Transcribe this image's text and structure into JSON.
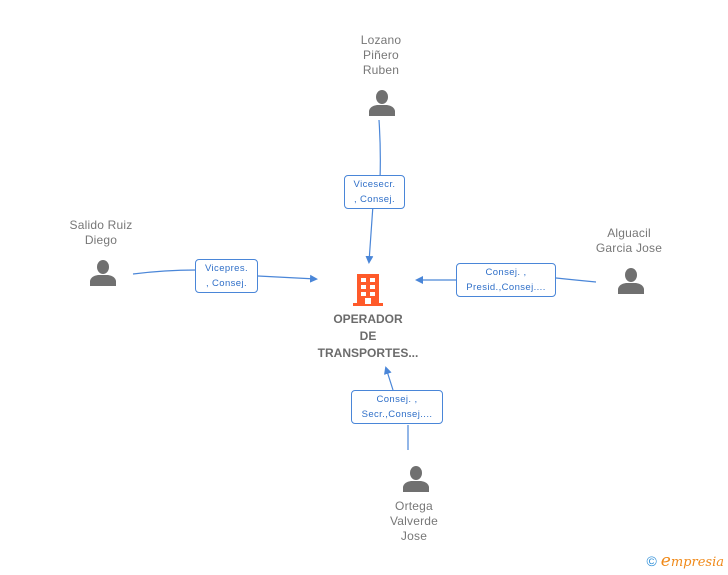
{
  "company": {
    "name_lines": [
      "OPERADOR",
      "DE",
      "TRANSPORTES..."
    ],
    "icon": "building-icon",
    "color": "#ff5a2a"
  },
  "persons": [
    {
      "id": "lozano",
      "name_lines": [
        "Lozano",
        "Piñero",
        "Ruben"
      ],
      "role_lines": [
        "Vicesecr.",
        ", Consej."
      ],
      "icon": "person-icon"
    },
    {
      "id": "salido",
      "name_lines": [
        "Salido Ruiz",
        "Diego"
      ],
      "role_lines": [
        "Vicepres.",
        ", Consej."
      ],
      "icon": "person-icon"
    },
    {
      "id": "alguacil",
      "name_lines": [
        "Alguacil",
        "Garcia Jose"
      ],
      "role_lines": [
        "Consej. ,",
        "Presid.,Consej...."
      ],
      "icon": "person-icon"
    },
    {
      "id": "ortega",
      "name_lines": [
        "Ortega",
        "Valverde",
        "Jose"
      ],
      "role_lines": [
        "Consej. ,",
        "Secr.,Consej...."
      ],
      "icon": "person-icon"
    }
  ],
  "colors": {
    "edge": "#4a86d8",
    "person": "#707070",
    "text": "#777777"
  },
  "footer": {
    "copyright": "©",
    "brand_initial": "e",
    "brand_rest": "mpresia"
  }
}
